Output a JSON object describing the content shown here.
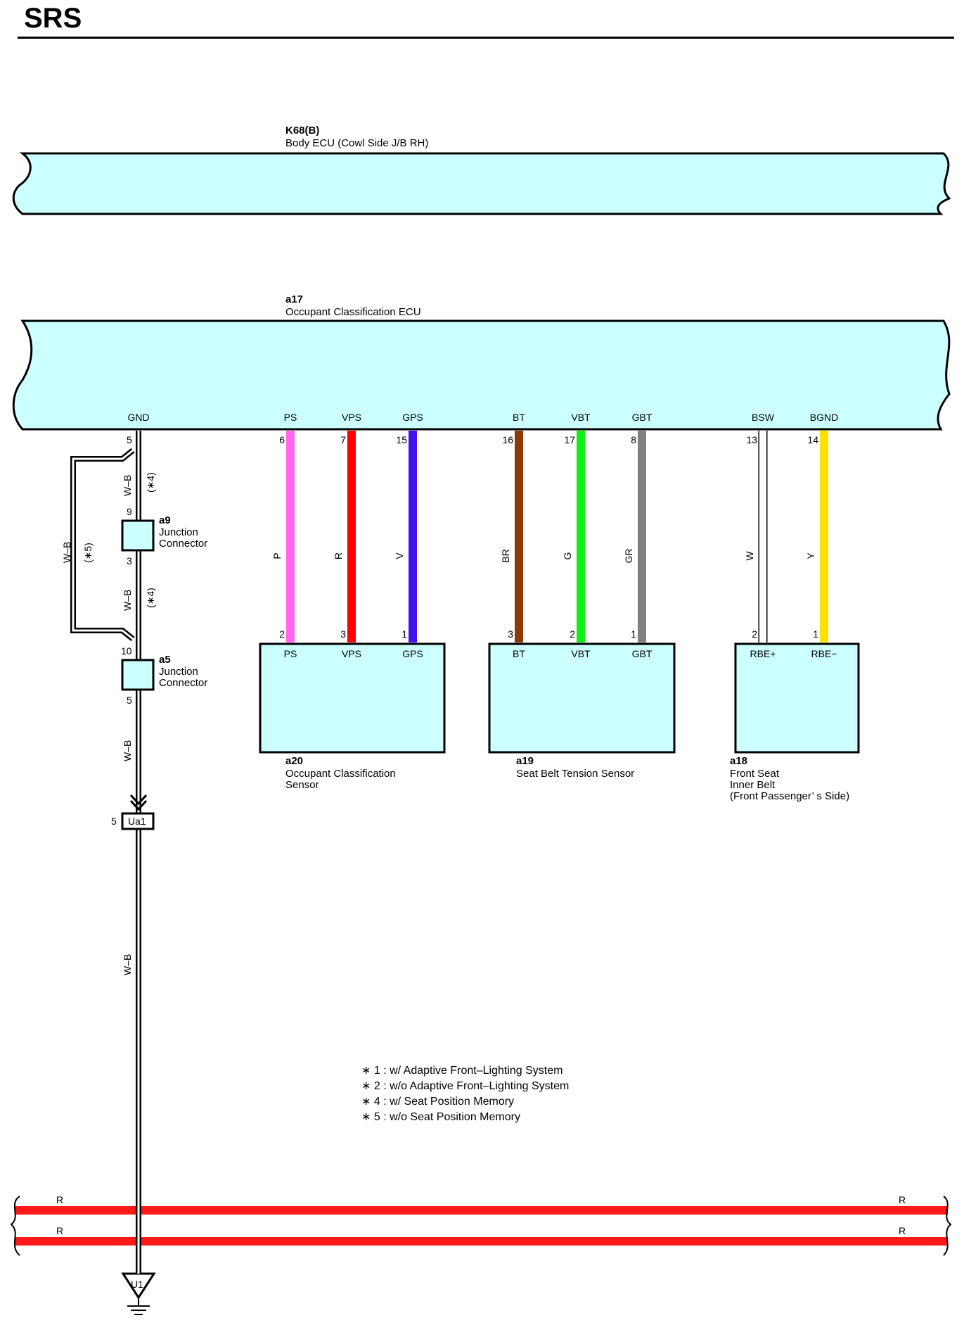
{
  "page": {
    "title": "SRS"
  },
  "body_ecu": {
    "code": "K68(B)",
    "name": "Body ECU (Cowl Side J/B RH)"
  },
  "ecu": {
    "code": "a17",
    "name": "Occupant Classification ECU",
    "pins": [
      {
        "label": "GND",
        "num": "5"
      },
      {
        "label": "PS",
        "num": "6"
      },
      {
        "label": "VPS",
        "num": "7"
      },
      {
        "label": "GPS",
        "num": "15"
      },
      {
        "label": "BT",
        "num": "16"
      },
      {
        "label": "VBT",
        "num": "17"
      },
      {
        "label": "GBT",
        "num": "8"
      },
      {
        "label": "BSW",
        "num": "13"
      },
      {
        "label": "BGND",
        "num": "14"
      }
    ]
  },
  "wires": [
    {
      "color_code": "P",
      "hex": "#ff66ee",
      "from": "6",
      "to": "2"
    },
    {
      "color_code": "R",
      "hex": "#ff0000",
      "from": "7",
      "to": "3"
    },
    {
      "color_code": "V",
      "hex": "#4411ee",
      "from": "15",
      "to": "1"
    },
    {
      "color_code": "BR",
      "hex": "#8b3a0a",
      "from": "16",
      "to": "3"
    },
    {
      "color_code": "G",
      "hex": "#11ee11",
      "from": "17",
      "to": "2"
    },
    {
      "color_code": "GR",
      "hex": "#808080",
      "from": "8",
      "to": "1"
    },
    {
      "color_code": "W",
      "hex": "#ffffff",
      "from": "13",
      "to": "2"
    },
    {
      "color_code": "Y",
      "hex": "#ffe000",
      "from": "14",
      "to": "1"
    }
  ],
  "components": [
    {
      "code": "a20",
      "name_lines": [
        "Occupant Classification",
        "Sensor"
      ],
      "pins": [
        "PS",
        "VPS",
        "GPS"
      ]
    },
    {
      "code": "a19",
      "name_lines": [
        "Seat Belt Tension Sensor"
      ],
      "pins": [
        "BT",
        "VBT",
        "GBT"
      ]
    },
    {
      "code": "a18",
      "name_lines": [
        "Front Seat",
        "Inner Belt",
        "(Front Passenger’ s Side)"
      ],
      "pins": [
        "RBE+",
        "RBE−"
      ]
    }
  ],
  "ground_circuit": {
    "wire": "W–B",
    "note_star4": "(∗4)",
    "note_star5": "(∗5)",
    "junction_a9": {
      "code": "a9",
      "name_lines": [
        "Junction",
        "Connector"
      ],
      "pin_in": "9",
      "pin_out": "3"
    },
    "junction_a5": {
      "code": "a5",
      "name_lines": [
        "Junction",
        "Connector"
      ],
      "pin_in": "10",
      "pin_out": "5"
    },
    "connector": {
      "code": "Ua1",
      "pin": "5"
    },
    "ground": {
      "code": "U1"
    }
  },
  "bus": {
    "label_left": "R",
    "label_right": "R",
    "hex": "#ff1a1a"
  },
  "notes": [
    "∗ 1 : w/ Adaptive Front–Lighting System",
    "∗ 2 : w/o Adaptive Front–Lighting System",
    "∗ 4 : w/ Seat Position Memory",
    "∗ 5 : w/o Seat Position Memory"
  ],
  "colors": {
    "box_fill": "#ccffff",
    "outline": "#000000"
  }
}
